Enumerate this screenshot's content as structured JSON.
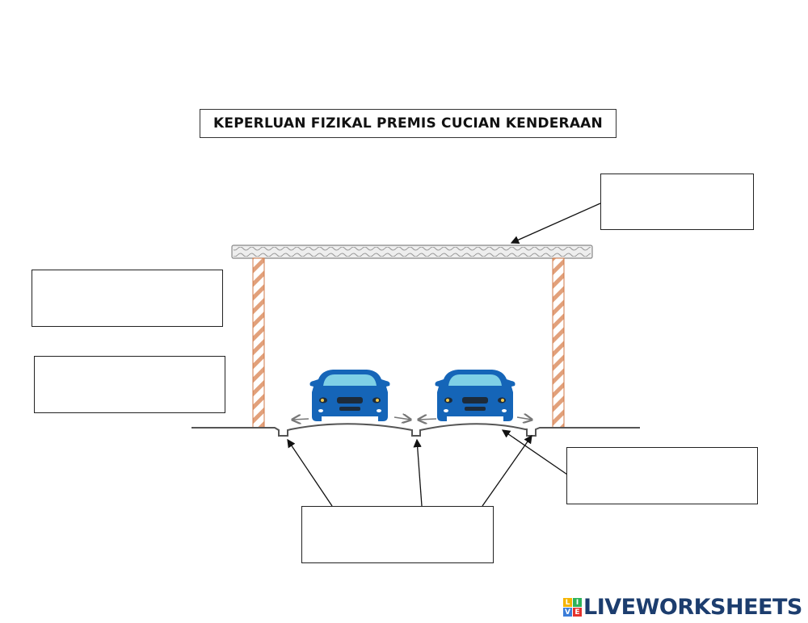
{
  "title": "KEPERLUAN FIZIKAL PREMIS CUCIAN KENDERAAN",
  "answer_boxes": [
    {
      "id": "roof",
      "value": ""
    },
    {
      "id": "left-top",
      "value": ""
    },
    {
      "id": "left-bottom",
      "value": ""
    },
    {
      "id": "floor-slope",
      "value": ""
    },
    {
      "id": "drains",
      "value": ""
    }
  ],
  "logo": {
    "tiles": [
      "L",
      "I",
      "V",
      "E"
    ],
    "tile_colors": [
      "#f5b400",
      "#2eb35a",
      "#3b7dd8",
      "#e5322d"
    ],
    "text": "LIVEWORKSHEETS",
    "color": "#1c3d6e"
  },
  "colors": {
    "car": "#1565b8",
    "pillar": "#d98a5c",
    "roof": "#d8d8d8"
  }
}
